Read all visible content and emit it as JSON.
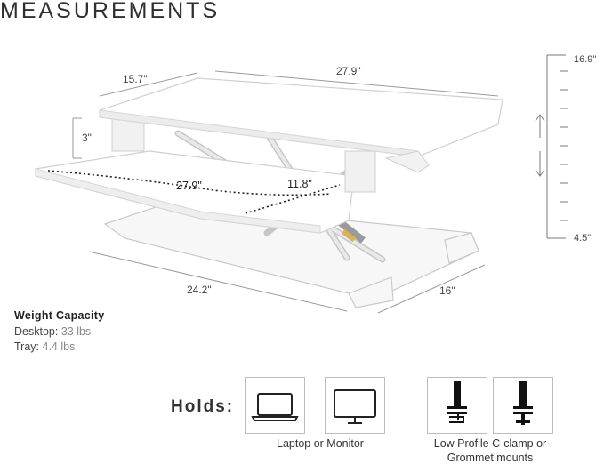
{
  "heading": "MEASUREMENTS",
  "dimensions": {
    "top_depth": "15.7\"",
    "top_width": "27.9\"",
    "riser_gap": "3\"",
    "tray_width": "27.9\"",
    "tray_depth": "11.8\"",
    "base_width": "24.2\"",
    "base_depth": "16\""
  },
  "height_scale": {
    "max": "16.9\"",
    "min": "4.5\""
  },
  "weight_capacity": {
    "title": "Weight Capacity",
    "desktop_label": "Desktop:",
    "desktop_value": "33 lbs",
    "tray_label": "Tray:",
    "tray_value": "4.4 lbs"
  },
  "holds": {
    "label": "Holds:",
    "icons": [
      "laptop-icon",
      "monitor-icon",
      "c-clamp-icon",
      "grommet-icon"
    ],
    "caption_devices": "Laptop or Monitor",
    "caption_mounts_line1": "Low Profile C-clamp or",
    "caption_mounts_line2": "Grommet mounts"
  }
}
